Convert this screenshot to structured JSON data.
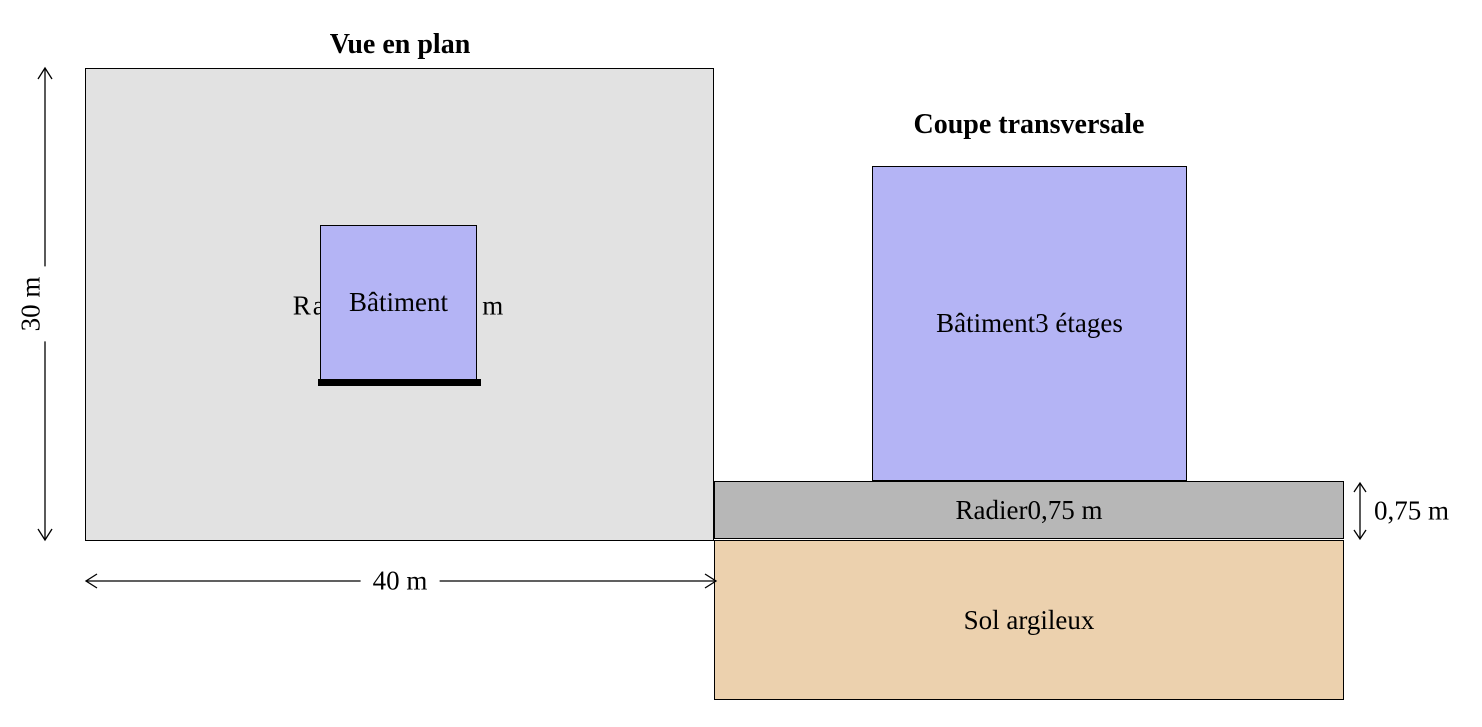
{
  "figure": {
    "plan": {
      "title": "Vue en plan",
      "building_label": "Bâtiment",
      "radier_label": "Radier20 × 20 m",
      "width_dimension": "40 m",
      "height_dimension": "30 m"
    },
    "section": {
      "title": "Coupe transversale",
      "building_label": "Bâtiment3 étages",
      "radier_label": "Radier0,75 m",
      "soil_label": "Sol argileux",
      "radier_thickness_dimension": "0,75 m"
    },
    "colors": {
      "terrain_fill": "#e2e2e2",
      "building_fill": "#b4b4f5",
      "radier_fill": "#b7b7b7",
      "soil_fill": "#ecd1ae",
      "line": "#000000"
    }
  }
}
